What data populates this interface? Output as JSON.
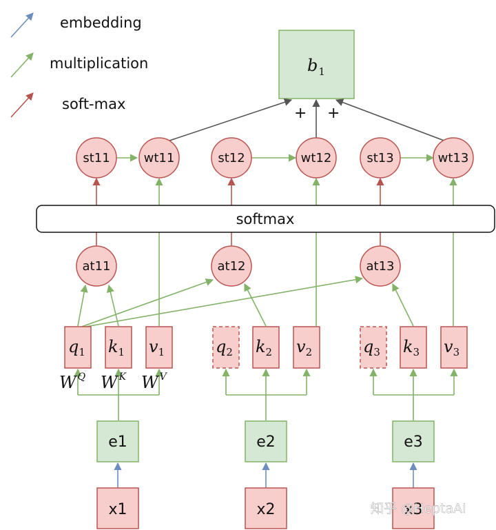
{
  "legend": {
    "embedding": "embedding",
    "multiplication": "multiplication",
    "softmax": "soft-max"
  },
  "output": {
    "symbol": "b",
    "index": "1",
    "plus": "+"
  },
  "softmax_bar": "softmax",
  "score_nodes": [
    "st11",
    "st12",
    "st13"
  ],
  "weighted_nodes": [
    "wt11",
    "wt12",
    "wt13"
  ],
  "attention_nodes": [
    "at11",
    "at12",
    "at13"
  ],
  "vectors": [
    {
      "q": "q",
      "k": "k",
      "v": "v",
      "index": "1"
    },
    {
      "q": "q",
      "k": "k",
      "v": "v",
      "index": "2"
    },
    {
      "q": "q",
      "k": "k",
      "v": "v",
      "index": "3"
    }
  ],
  "weights": {
    "base": "W",
    "q": "Q",
    "k": "K",
    "v": "V"
  },
  "embeddings": [
    "e1",
    "e2",
    "e3"
  ],
  "inputs": [
    "x1",
    "x2",
    "x3"
  ],
  "watermark": "知乎 @HeptaAI",
  "colors": {
    "embedding": "#6c8ebf",
    "multiplication": "#82b366",
    "softmax": "#b85450",
    "sum": "#555555",
    "node_fill": "#f8cecc",
    "box_green": "#d5e8d4"
  }
}
